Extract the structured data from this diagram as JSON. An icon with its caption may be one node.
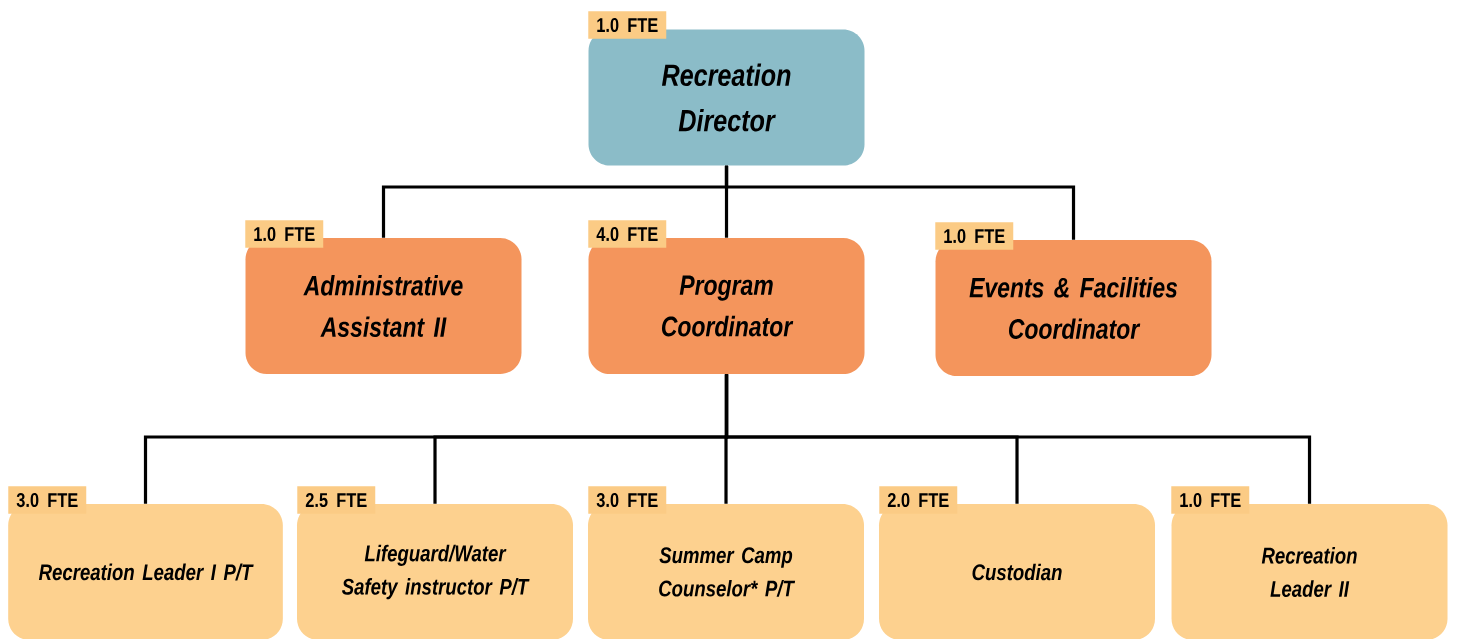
{
  "diagram": {
    "nodes": [
      {
        "text": [
          "1.0 FTE",
          "Recreation Director"
        ]
      },
      {
        "text": [
          "1.0 FTE",
          "Administrative Assistant II"
        ]
      },
      {
        "text": [
          "4.0 FTE",
          "Program Coordinator"
        ]
      },
      {
        "text": [
          "1.0 FTE",
          "Events & Facilities Coordinator"
        ]
      },
      {
        "text": [
          "3.0 FTE",
          "Recreation Leader I P/T"
        ]
      },
      {
        "text": [
          "2.5 FTE",
          "Lifeguard/Water Safety instructor P/T"
        ]
      },
      {
        "text": [
          "3.0 FTE",
          "Summer Camp Counselor* P/T"
        ]
      },
      {
        "text": [
          "2.0 FTE",
          "Custodian"
        ]
      },
      {
        "text": [
          "1.0 FTE",
          "Recreation Leader II"
        ]
      }
    ],
    "edges": [
      {
        "from": 0,
        "to": 1,
        "arrow": "none"
      },
      {
        "from": 0,
        "to": 2,
        "arrow": "none"
      },
      {
        "from": 0,
        "to": 3,
        "arrow": "none"
      },
      {
        "from": 2,
        "to": 4,
        "arrow": "none"
      },
      {
        "from": 2,
        "to": 5,
        "arrow": "none"
      },
      {
        "from": 2,
        "to": 6,
        "arrow": "none"
      },
      {
        "from": 2,
        "to": 7,
        "arrow": "none"
      },
      {
        "from": 2,
        "to": 8,
        "arrow": "none"
      }
    ]
  }
}
